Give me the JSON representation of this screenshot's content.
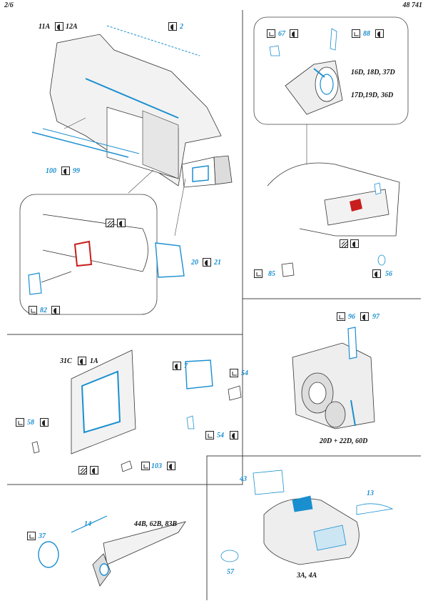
{
  "header": {
    "page": "2/6",
    "code": "48 741"
  },
  "assemblies": {
    "a": "11A",
    "b": "12A",
    "c": "16D, 18D, 37D",
    "d": "17D,19D, 36D",
    "e": "31C",
    "f": "1A",
    "g": "20D + 22D, 60D",
    "h": "44B, 62B, 83B",
    "i": "3A, 4A"
  },
  "parts": {
    "p2": "2",
    "p100": "100",
    "p99": "99",
    "p67": "67",
    "p88": "88",
    "p82": "82",
    "p20": "20",
    "p21": "21",
    "p85": "85",
    "p56": "56",
    "p96": "96",
    "p97": "97",
    "p7": "7",
    "p54a": "54",
    "p54b": "54",
    "p58": "58",
    "p103": "103",
    "p43": "43",
    "p13": "13",
    "p14": "14",
    "p37": "37",
    "p57": "57"
  }
}
